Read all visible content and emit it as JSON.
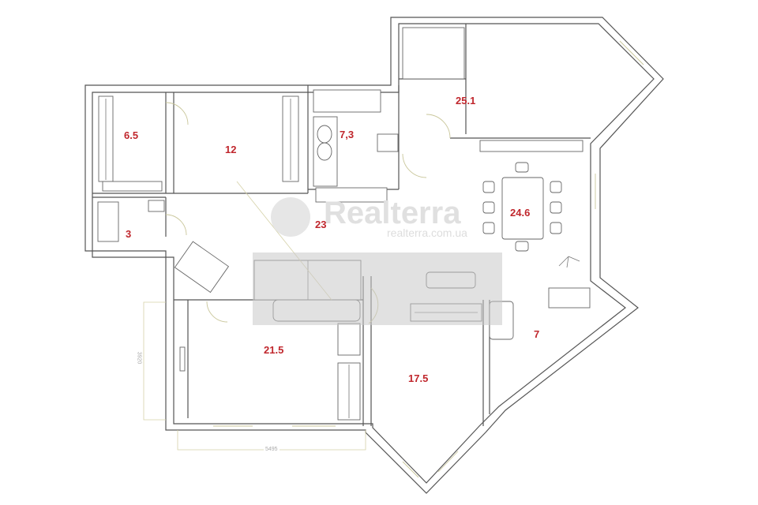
{
  "rooms": [
    {
      "id": "bedroom-small",
      "area": "6.5"
    },
    {
      "id": "bedroom",
      "area": "12"
    },
    {
      "id": "bathroom",
      "area": "7,3"
    },
    {
      "id": "wc",
      "area": "3"
    },
    {
      "id": "hall",
      "area": "23"
    },
    {
      "id": "room-top-right",
      "area": "25.1"
    },
    {
      "id": "dining",
      "area": "24.6"
    },
    {
      "id": "living",
      "area": "21.5"
    },
    {
      "id": "room-bottom",
      "area": "17.5"
    },
    {
      "id": "corridor-right",
      "area": "7"
    }
  ],
  "dimensions": {
    "vertical": "3920",
    "horizontal": "5495"
  },
  "watermark": {
    "brand": "Realterra",
    "url": "realterra.com.ua"
  },
  "colors": {
    "area_label": "#c0272d",
    "wall": "#555555",
    "door": "#c9c69a"
  }
}
